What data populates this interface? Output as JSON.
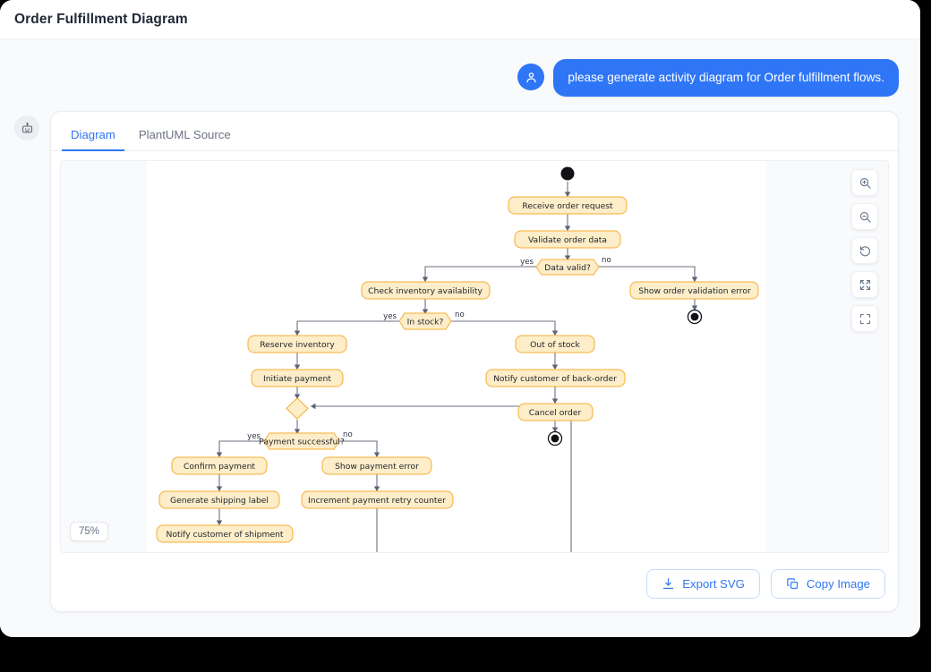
{
  "window": {
    "title": "Order Fulfillment Diagram"
  },
  "conversation": {
    "user_avatar_icon": "user-icon",
    "assistant_avatar_icon": "robot-icon",
    "user_message": "please generate activity diagram for Order fulfillment flows."
  },
  "result_panel": {
    "tabs": [
      {
        "label": "Diagram",
        "active": true
      },
      {
        "label": "PlantUML Source",
        "active": false
      }
    ],
    "zoom_level": "75%",
    "controls": [
      {
        "name": "zoom-in-icon",
        "title": "Zoom in"
      },
      {
        "name": "zoom-out-icon",
        "title": "Zoom out"
      },
      {
        "name": "reset-icon",
        "title": "Reset"
      },
      {
        "name": "fit-screen-icon",
        "title": "Fit to screen"
      },
      {
        "name": "fullscreen-icon",
        "title": "Fullscreen"
      }
    ],
    "actions": [
      {
        "label": "Export SVG",
        "icon": "download-icon"
      },
      {
        "label": "Copy Image",
        "icon": "copy-icon"
      }
    ]
  },
  "chart_data": {
    "type": "diagram",
    "diagram_kind": "UML activity diagram",
    "title": "Order Fulfillment Diagram",
    "colors": {
      "node_fill": "#fdedc9",
      "node_stroke": "#f5ae32",
      "edge": "#6b7280",
      "accent": "#2f76f6"
    },
    "nodes": [
      {
        "id": "start",
        "type": "start",
        "label": ""
      },
      {
        "id": "n1",
        "type": "action",
        "label": "Receive order request"
      },
      {
        "id": "n2",
        "type": "action",
        "label": "Validate order data"
      },
      {
        "id": "d1",
        "type": "decision",
        "label": "Data valid?"
      },
      {
        "id": "n3",
        "type": "action",
        "label": "Check inventory availability"
      },
      {
        "id": "n4",
        "type": "action",
        "label": "Show order validation error"
      },
      {
        "id": "e1",
        "type": "end",
        "label": ""
      },
      {
        "id": "d2",
        "type": "decision",
        "label": "In stock?"
      },
      {
        "id": "n5",
        "type": "action",
        "label": "Reserve inventory"
      },
      {
        "id": "n6",
        "type": "action",
        "label": "Initiate payment"
      },
      {
        "id": "n7",
        "type": "action",
        "label": "Out of stock"
      },
      {
        "id": "n8",
        "type": "action",
        "label": "Notify customer of back-order"
      },
      {
        "id": "n9",
        "type": "action",
        "label": "Cancel order"
      },
      {
        "id": "e2",
        "type": "end",
        "label": ""
      },
      {
        "id": "m1",
        "type": "merge",
        "label": ""
      },
      {
        "id": "d3",
        "type": "decision",
        "label": "Payment successful?"
      },
      {
        "id": "n10",
        "type": "action",
        "label": "Confirm payment"
      },
      {
        "id": "n11",
        "type": "action",
        "label": "Show payment error"
      },
      {
        "id": "n12",
        "type": "action",
        "label": "Generate shipping label"
      },
      {
        "id": "n13",
        "type": "action",
        "label": "Increment payment retry counter"
      },
      {
        "id": "n14",
        "type": "action",
        "label": "Notify customer of shipment"
      }
    ],
    "edges": [
      {
        "from": "start",
        "to": "n1",
        "label": ""
      },
      {
        "from": "n1",
        "to": "n2",
        "label": ""
      },
      {
        "from": "n2",
        "to": "d1",
        "label": ""
      },
      {
        "from": "d1",
        "to": "n3",
        "label": "yes"
      },
      {
        "from": "d1",
        "to": "n4",
        "label": "no"
      },
      {
        "from": "n4",
        "to": "e1",
        "label": ""
      },
      {
        "from": "n3",
        "to": "d2",
        "label": ""
      },
      {
        "from": "d2",
        "to": "n5",
        "label": "yes"
      },
      {
        "from": "d2",
        "to": "n7",
        "label": "no"
      },
      {
        "from": "n5",
        "to": "n6",
        "label": ""
      },
      {
        "from": "n6",
        "to": "m1",
        "label": ""
      },
      {
        "from": "n7",
        "to": "n8",
        "label": ""
      },
      {
        "from": "n8",
        "to": "n9",
        "label": ""
      },
      {
        "from": "n9",
        "to": "e2",
        "label": ""
      },
      {
        "from": "m1",
        "to": "d3",
        "label": ""
      },
      {
        "from": "d3",
        "to": "n10",
        "label": "yes"
      },
      {
        "from": "d3",
        "to": "n11",
        "label": "no"
      },
      {
        "from": "n10",
        "to": "n12",
        "label": ""
      },
      {
        "from": "n12",
        "to": "n14",
        "label": ""
      },
      {
        "from": "n11",
        "to": "n13",
        "label": ""
      },
      {
        "from": "n13",
        "to": "m1",
        "label": ""
      }
    ],
    "labels": {
      "yes": "yes",
      "no": "no"
    }
  }
}
